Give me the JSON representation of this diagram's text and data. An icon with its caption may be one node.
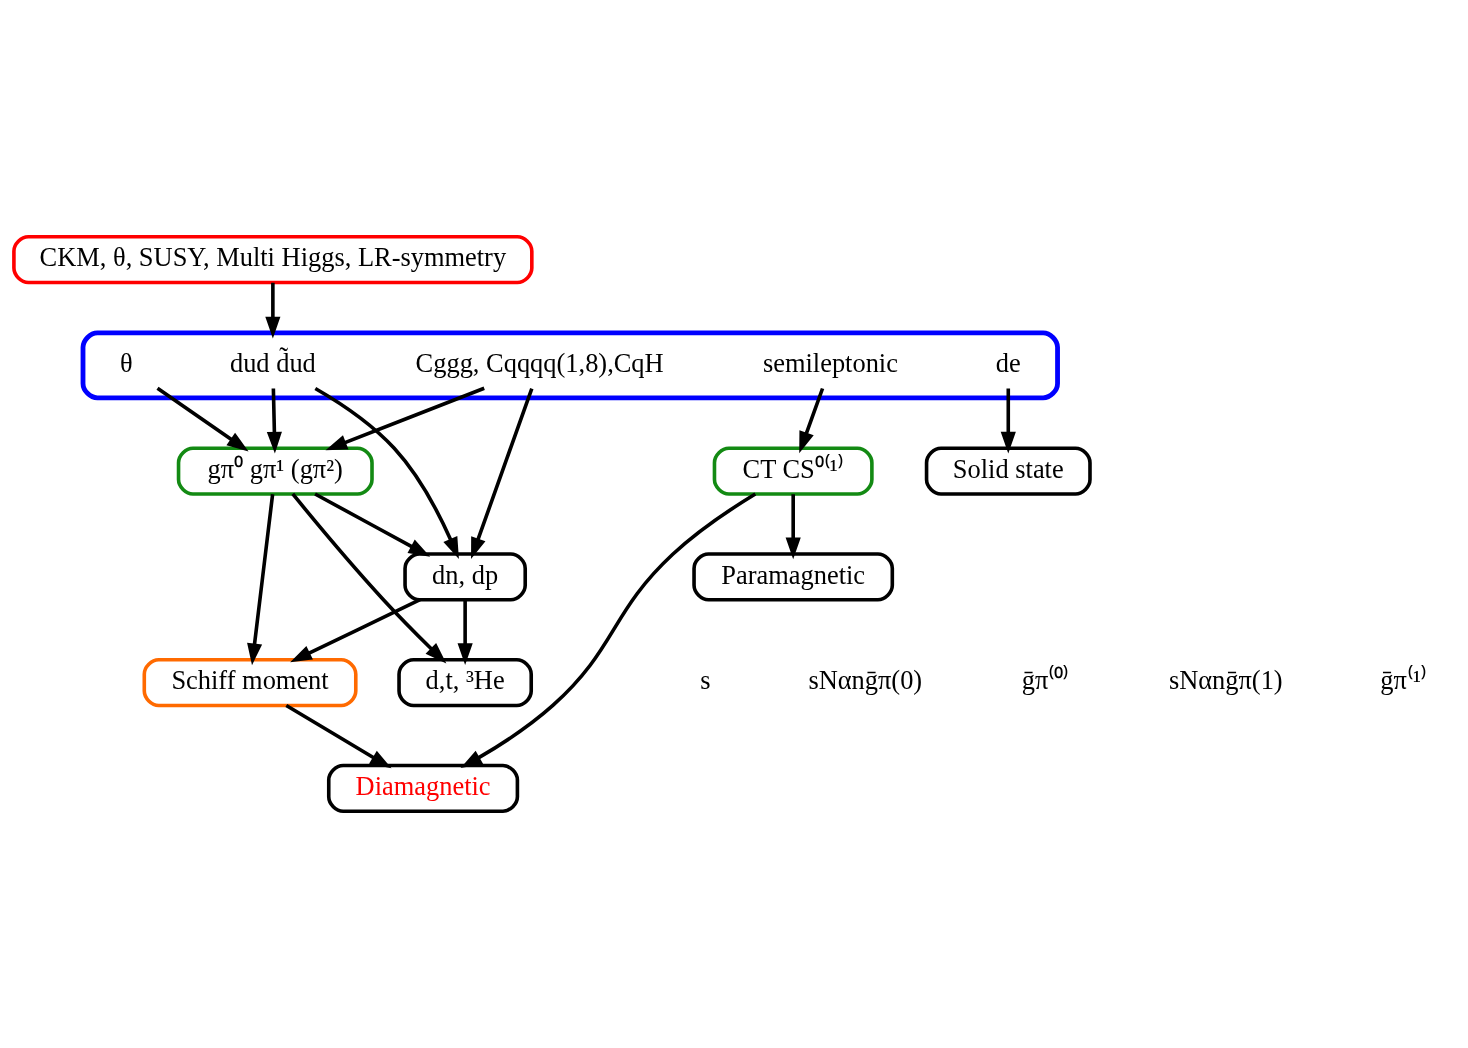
{
  "diagram": {
    "nodes": [
      {
        "text": [
          "CKM, θ, SUSY, Multi Higgs, LR-symmetry"
        ]
      },
      {
        "text": [],
        "shape": "box"
      },
      {
        "text": [
          "θ"
        ],
        "in": 1
      },
      {
        "text": [
          "Cggg, Cqqqq(1,8),CqH"
        ],
        "in": 1
      },
      {
        "text": [
          "dud d̃ud"
        ],
        "in": 1
      },
      {
        "text": [
          "semileptonic"
        ],
        "in": 1
      },
      {
        "text": [
          "de"
        ],
        "in": 1
      },
      {
        "text": [
          "gπ⁰ gπ¹ (gπ²)"
        ]
      },
      {
        "text": [
          "dn, dp"
        ]
      },
      {
        "text": [
          "CT CS⁰⁽¹⁾"
        ]
      },
      {
        "text": [
          "d,t, ³He"
        ]
      },
      {
        "text": [
          "Schiff moment"
        ]
      },
      {
        "text": [
          "Diamagnetic"
        ]
      },
      {
        "text": [
          "Paramagnetic"
        ]
      },
      {
        "text": [
          "Solid state"
        ]
      }
    ],
    "edges": [
      {
        "from": 0,
        "to": 1,
        "arrow": "to"
      },
      {
        "from": 2,
        "to": 7,
        "arrow": "to"
      },
      {
        "from": 3,
        "to": 7,
        "arrow": "to"
      },
      {
        "from": 3,
        "to": 8,
        "arrow": "to"
      },
      {
        "from": 4,
        "to": 7,
        "arrow": "to"
      },
      {
        "from": 4,
        "to": 8,
        "arrow": "to"
      },
      {
        "from": 5,
        "to": 9,
        "arrow": "to"
      },
      {
        "from": 6,
        "to": 14,
        "arrow": "to"
      },
      {
        "from": 7,
        "to": 8,
        "arrow": "to"
      },
      {
        "from": 7,
        "to": 10,
        "arrow": "to"
      },
      {
        "from": 7,
        "to": 11,
        "arrow": "to"
      },
      {
        "from": 8,
        "to": 10,
        "arrow": "to"
      },
      {
        "from": 8,
        "to": 11,
        "arrow": "to"
      },
      {
        "from": 11,
        "to": 12,
        "arrow": "to"
      },
      {
        "from": 9,
        "to": 12,
        "arrow": "to"
      },
      {
        "from": 9,
        "to": 13,
        "arrow": "to"
      }
    ],
    "labels": [
      "s",
      "sNαnḡπ(0)",
      "ḡπ⁽⁰⁾",
      "sNαnḡπ(1)",
      "ḡπ⁽¹⁾"
    ]
  }
}
